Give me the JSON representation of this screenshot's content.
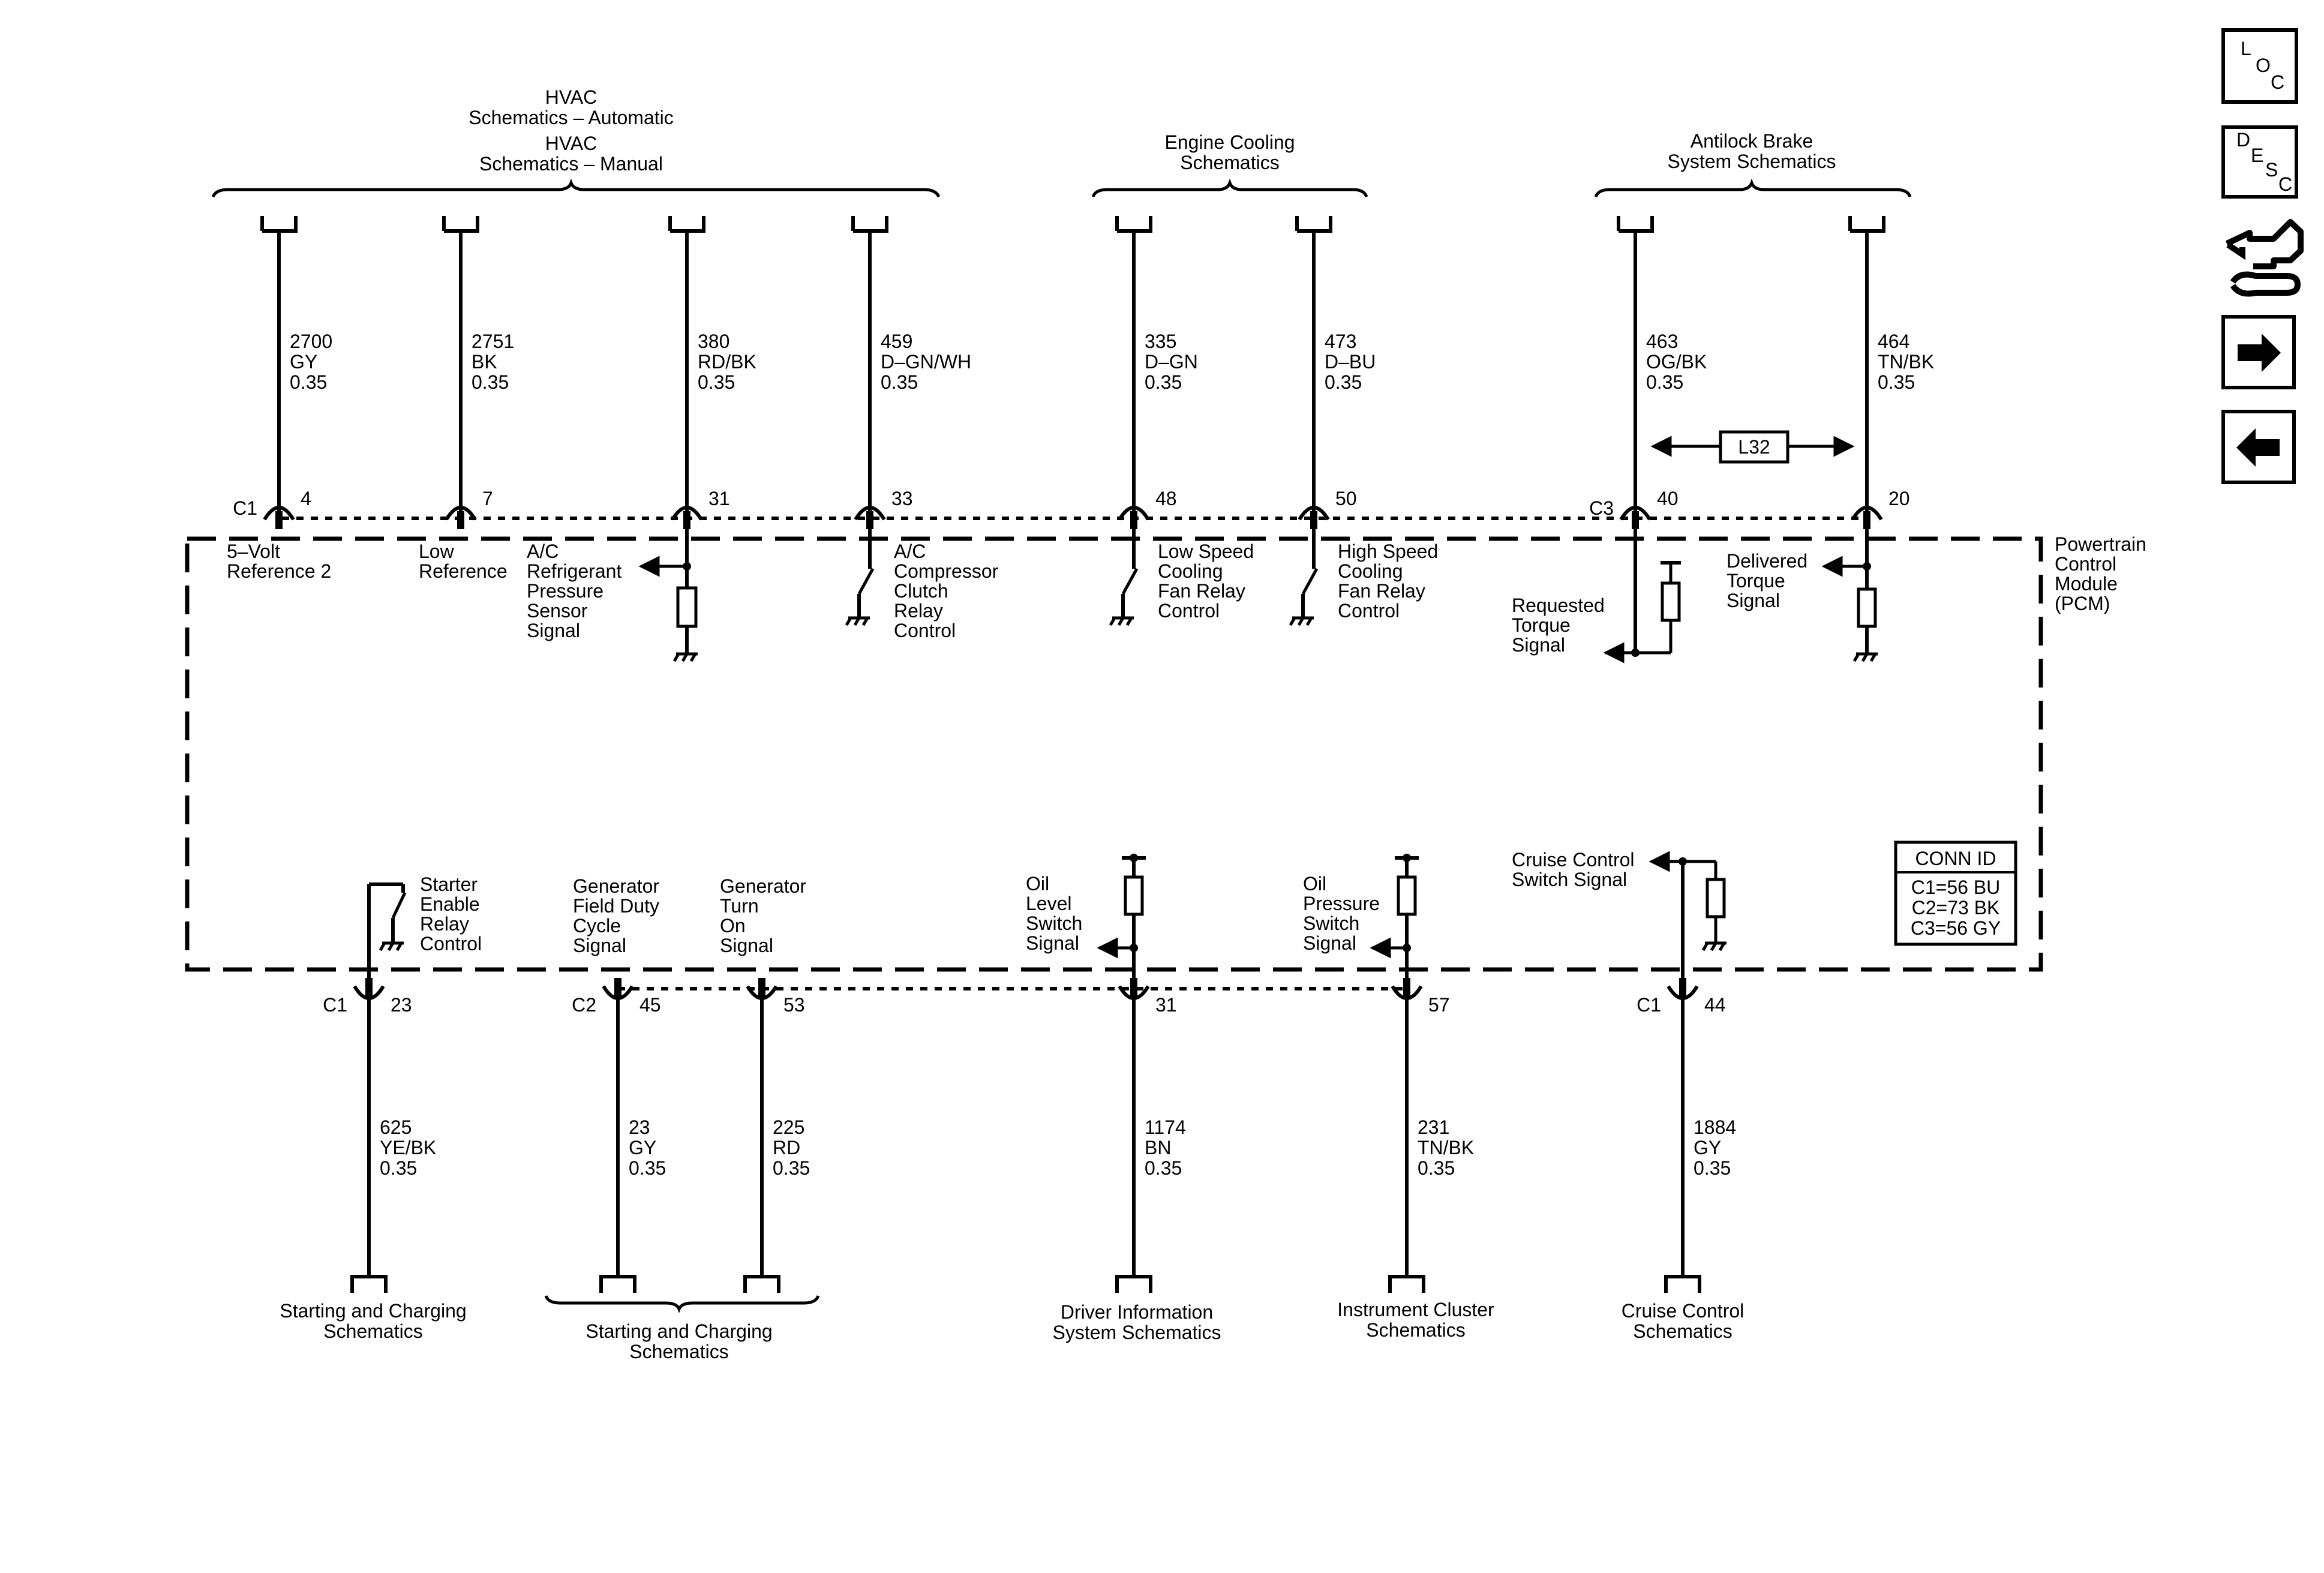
{
  "top_groups": [
    {
      "lines": [
        "HVAC",
        "Schematics – Automatic",
        "HVAC",
        "Schematics – Manual"
      ]
    },
    {
      "lines": [
        "Engine Cooling",
        "Schematics"
      ]
    },
    {
      "lines": [
        "Antilock Brake",
        "System Schematics"
      ]
    }
  ],
  "bottom_groups": [
    {
      "lines": [
        "Starting and Charging",
        "Schematics"
      ]
    },
    {
      "lines": [
        "Starting and Charging",
        "Schematics"
      ]
    },
    {
      "lines": [
        "Driver Information",
        "System Schematics"
      ]
    },
    {
      "lines": [
        "Instrument Cluster",
        "Schematics"
      ]
    },
    {
      "lines": [
        "Cruise Control",
        "Schematics"
      ]
    }
  ],
  "top_wires": [
    {
      "circuit": "2700",
      "color": "GY",
      "size": "0.35",
      "pin": "4",
      "connector": "C1",
      "label": [
        "5–Volt",
        "Reference 2"
      ]
    },
    {
      "circuit": "2751",
      "color": "BK",
      "size": "0.35",
      "pin": "7",
      "connector": "",
      "label": [
        "Low",
        "Reference"
      ]
    },
    {
      "circuit": "380",
      "color": "RD/BK",
      "size": "0.35",
      "pin": "31",
      "connector": "",
      "label": [
        "A/C",
        "Refrigerant",
        "Pressure",
        "Sensor",
        "Signal"
      ]
    },
    {
      "circuit": "459",
      "color": "D–GN/WH",
      "size": "0.35",
      "pin": "33",
      "connector": "",
      "label": [
        "A/C",
        "Compressor",
        "Clutch",
        "Relay",
        "Control"
      ]
    },
    {
      "circuit": "335",
      "color": "D–GN",
      "size": "0.35",
      "pin": "48",
      "connector": "",
      "label": [
        "Low Speed",
        "Cooling",
        "Fan Relay",
        "Control"
      ]
    },
    {
      "circuit": "473",
      "color": "D–BU",
      "size": "0.35",
      "pin": "50",
      "connector": "",
      "label": [
        "High Speed",
        "Cooling",
        "Fan Relay",
        "Control"
      ]
    },
    {
      "circuit": "463",
      "color": "OG/BK",
      "size": "0.35",
      "pin": "40",
      "connector": "C3",
      "label": [
        "Requested",
        "Torque",
        "Signal"
      ]
    },
    {
      "circuit": "464",
      "color": "TN/BK",
      "size": "0.35",
      "pin": "20",
      "connector": "",
      "label": [
        "Delivered",
        "Torque",
        "Signal"
      ]
    }
  ],
  "bottom_wires": [
    {
      "circuit": "625",
      "color": "YE/BK",
      "size": "0.35",
      "pin": "23",
      "connector": "C1",
      "label": [
        "Starter",
        "Enable",
        "Relay",
        "Control"
      ]
    },
    {
      "circuit": "23",
      "color": "GY",
      "size": "0.35",
      "pin": "45",
      "connector": "C2",
      "label": [
        "Generator",
        "Field Duty",
        "Cycle",
        "Signal"
      ]
    },
    {
      "circuit": "225",
      "color": "RD",
      "size": "0.35",
      "pin": "53",
      "connector": "",
      "label": [
        "Generator",
        "Turn",
        "On",
        "Signal"
      ]
    },
    {
      "circuit": "1174",
      "color": "BN",
      "size": "0.35",
      "pin": "31",
      "connector": "",
      "label": [
        "Oil",
        "Level",
        "Switch",
        "Signal"
      ]
    },
    {
      "circuit": "231",
      "color": "TN/BK",
      "size": "0.35",
      "pin": "57",
      "connector": "",
      "label": [
        "Oil",
        "Pressure",
        "Switch",
        "Signal"
      ]
    },
    {
      "circuit": "1884",
      "color": "GY",
      "size": "0.35",
      "pin": "44",
      "connector": "C1",
      "label": [
        "Cruise Control",
        "Switch Signal"
      ]
    }
  ],
  "option_tag": "L32",
  "module_label": [
    "Powertrain",
    "Control",
    "Module",
    "(PCM)"
  ],
  "conn_id": {
    "title": "CONN ID",
    "rows": [
      "C1=56 BU",
      "C2=73 BK",
      "C3=56 GY"
    ]
  },
  "nav": {
    "loc": [
      "L",
      "O",
      "C"
    ],
    "desc": [
      "D",
      "E",
      "S",
      "C"
    ],
    "icons": [
      "connector-harness-icon",
      "arrow-right-icon",
      "arrow-left-icon"
    ]
  }
}
